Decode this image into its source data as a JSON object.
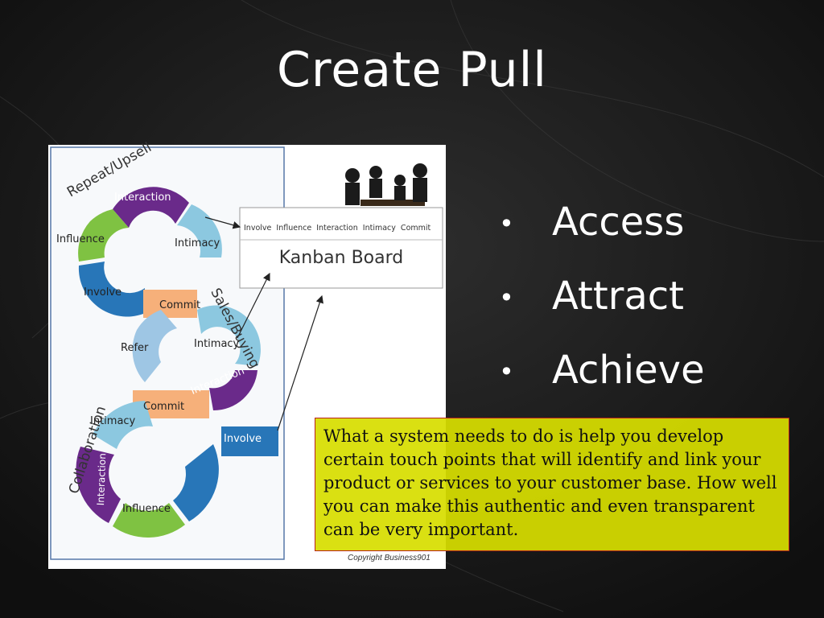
{
  "slide": {
    "title": "Create Pull",
    "bullets": [
      "Access",
      "Attract",
      "Achieve"
    ],
    "note": "What a system needs to do is help you develop certain touch points that will identify and link your product or services to your customer base. How well you can make this authentic and even transparent can be very important.",
    "colors": {
      "background": "#1a1a1a",
      "note": "#d7de00",
      "note_border": "#b8221c"
    }
  },
  "figure": {
    "loop_labels": [
      "Repeat/Upsell",
      "Sales/Buying",
      "Collaboration"
    ],
    "top_ring": [
      "Interaction",
      "Intimacy",
      "Commit",
      "Involve",
      "Influence"
    ],
    "mid_ring": [
      "Intimacy",
      "Interaction",
      "Commit",
      "Refer"
    ],
    "bottom_ring": [
      "Intimacy",
      "Interaction",
      "Influence",
      "Involve"
    ],
    "kanban_title": "Kanban Board",
    "kanban_columns": "Involve  Influence  Interaction  Intimacy  Commit",
    "copyright": "Copyright Business901",
    "colors": {
      "purple": "#6a2a8a",
      "blue": "#2876b8",
      "green": "#7fc242",
      "light_blue": "#8cc8e0",
      "orange": "#f6b07a"
    }
  }
}
